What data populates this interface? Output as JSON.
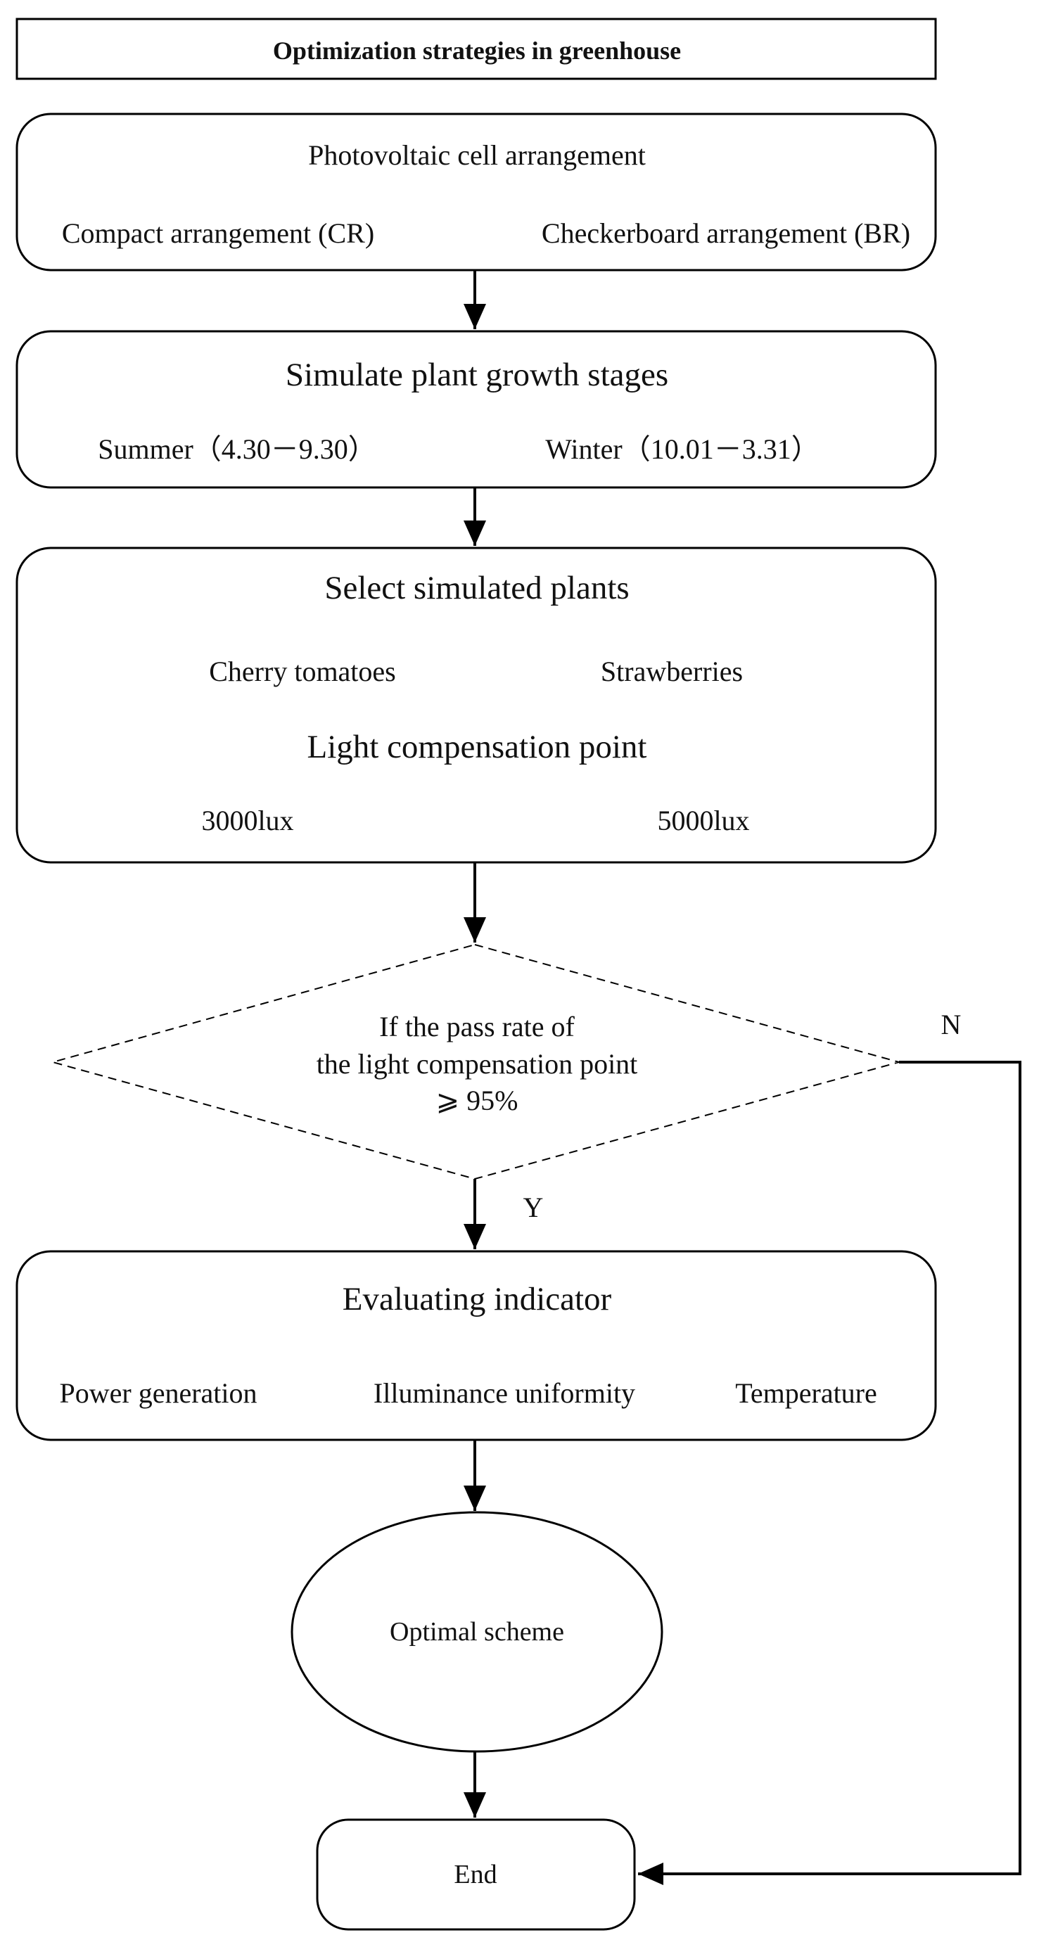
{
  "header": {
    "title": "Optimization strategies  in greenhouse"
  },
  "pv_box": {
    "title": "Photovoltaic cell arrangement",
    "option_left": "Compact arrangement (CR)",
    "option_right": "Checkerboard arrangement (BR)"
  },
  "growth_box": {
    "title": "Simulate plant growth stages",
    "season_left": "Summer（4.30－9.30）",
    "season_right": "Winter（10.01－3.31）"
  },
  "plants_box": {
    "title": "Select simulated plants",
    "plant_left": "Cherry tomatoes",
    "plant_right": "Strawberries",
    "subtitle": "Light compensation point",
    "value_left": "3000lux",
    "value_right": "5000lux"
  },
  "decision": {
    "line1": "If the pass rate of",
    "line2": "the light compensation point",
    "line3": "⩾ 95%",
    "yes_label": "Y",
    "no_label": "N"
  },
  "eval_box": {
    "title": "Evaluating indicator",
    "item_left": "Power generation",
    "item_center": "Illuminance uniformity",
    "item_right": "Temperature"
  },
  "optimal": {
    "label": "Optimal scheme"
  },
  "end": {
    "label": "End"
  }
}
